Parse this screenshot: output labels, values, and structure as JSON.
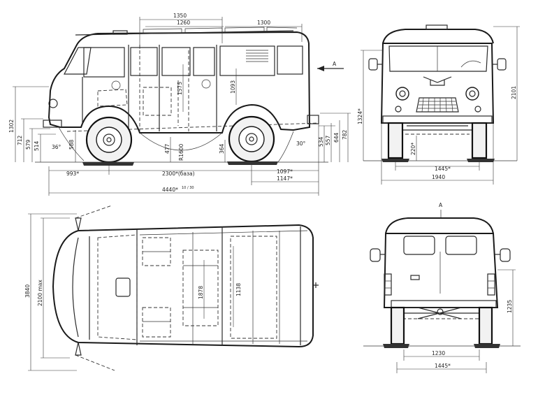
{
  "side_view": {
    "dim_1350": "1350",
    "dim_1260": "1260",
    "dim_1300": "1300",
    "dim_1302": "1302",
    "dim_712": "712",
    "dim_579": "579",
    "dim_514": "514",
    "dim_588": "588",
    "dim_36": "36°",
    "dim_1575": "1575",
    "dim_1093": "1093",
    "dim_477": "477",
    "dim_r1600": "R1600",
    "dim_364": "364",
    "dim_30": "30°",
    "dim_534": "534",
    "dim_557": "557",
    "dim_644": "644",
    "dim_782": "782",
    "dim_993": "993*",
    "dim_2300": "2300*(база)",
    "dim_1097": "1097*",
    "dim_1147": "1147*",
    "dim_4440": "4440*",
    "dim_4440_note": "10 / 30",
    "view_arrow_label": "А"
  },
  "front_view": {
    "dim_1324": "1324*",
    "dim_2101": "2101",
    "dim_220": "220*",
    "dim_1445": "1445*",
    "dim_1940": "1940"
  },
  "top_view": {
    "dim_3840": "3840",
    "dim_2100": "2100 max",
    "dim_1878": "1878",
    "dim_1138": "1138"
  },
  "rear_view": {
    "view_label": "А",
    "dim_1235": "1235",
    "dim_1230": "1230",
    "dim_1445": "1445*"
  }
}
